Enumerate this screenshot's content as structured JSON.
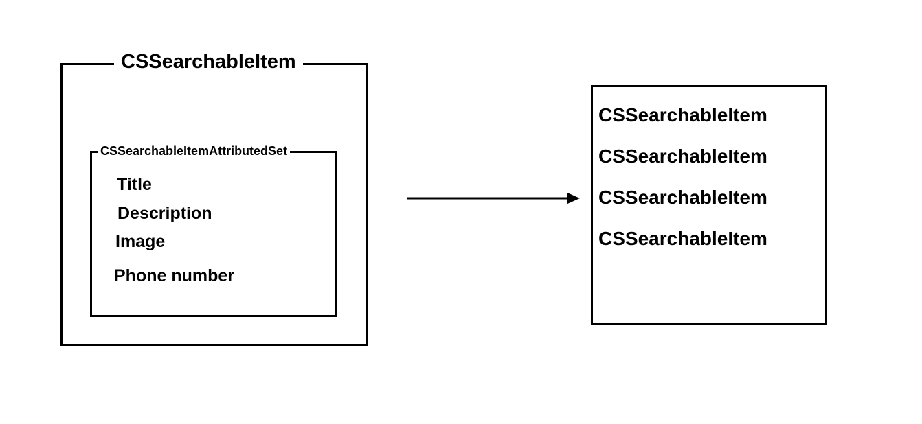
{
  "left_diagram": {
    "outer_label": "CSSearchableItem",
    "inner_label": "CSSearchableItemAttributedSet",
    "attributes": [
      "Title",
      "Description",
      "Image",
      "Phone number"
    ]
  },
  "right_diagram": {
    "items": [
      "CSSearchableItem",
      "CSSearchableItem",
      "CSSearchableItem",
      "CSSearchableItem"
    ]
  },
  "colors": {
    "stroke": "#000000",
    "background": "#ffffff"
  }
}
